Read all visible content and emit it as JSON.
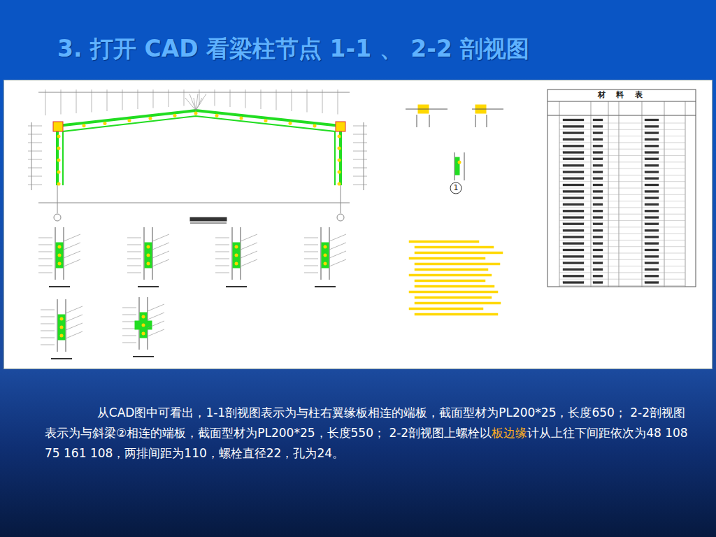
{
  "diagram": {
    "title": "3. 打开 CAD 看梁柱节点 1-1 、 2-2 剖视图",
    "labels": [
      "材 料 表",
      "1",
      "从CAD图中可看出，1-1剖视图表示为与柱右翼缘板相连的端板，截面型材为PL200*25，长度650；  2-2剖视图表示为与斜梁②相连的端板，截面型材为PL200*25，长度550；  2-2剖视图上螺栓以",
      "板边缘",
      "计从上往下间距依次为48 108 75 161 108，两排间距为110，螺栓直径22，孔为24。"
    ]
  }
}
